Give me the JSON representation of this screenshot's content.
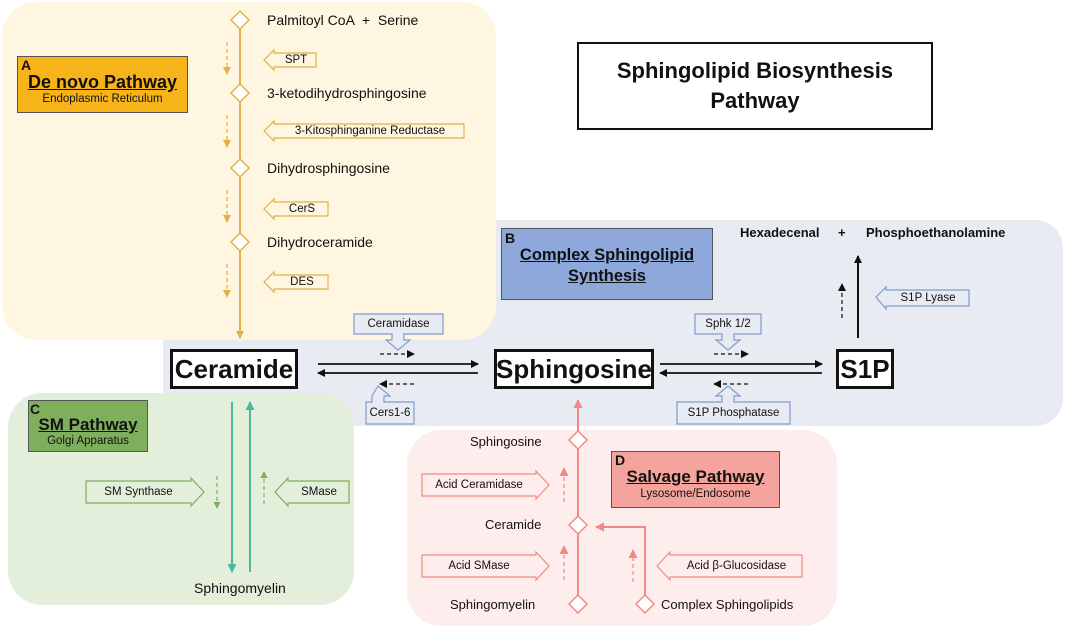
{
  "title": {
    "line1": "Sphingolipid Biosynthesis",
    "line2": "Pathway"
  },
  "panels": {
    "denovo": {
      "letter": "A",
      "title": "De novo Pathway",
      "subtitle": "Endoplasmic Reticulum",
      "metabolites": [
        "Palmitoyl CoA  +  Serine",
        "3-ketodihydrosphingosine",
        "Dihydrosphingosine",
        "Dihydroceramide"
      ],
      "enzymes": [
        "SPT",
        "3-Kitosphinganine Reductase",
        "CerS",
        "DES"
      ]
    },
    "complex": {
      "letter": "B",
      "title_line1": "Complex Sphingolipid",
      "title_line2": "Synthesis",
      "products": [
        "Hexadecenal",
        "+",
        "Phosphoethanolamine"
      ],
      "enzymes": {
        "ceramidase": "Ceramidase",
        "cers": "Cers1-6",
        "sphk": "Sphk 1/2",
        "s1p_phosphatase": "S1P Phosphatase",
        "s1p_lyase": "S1P Lyase"
      }
    },
    "sm": {
      "letter": "C",
      "title": "SM Pathway",
      "subtitle": "Golgi Apparatus",
      "enzymes": [
        "SM Synthase",
        "SMase"
      ],
      "product": "Sphingomyelin"
    },
    "salvage": {
      "letter": "D",
      "title": "Salvage Pathway",
      "subtitle": "Lysosome/Endosome",
      "metabolites": [
        "Sphingosine",
        "Ceramide",
        "Sphingomyelin",
        "Complex Sphingolipids"
      ],
      "enzymes": [
        "Acid Ceramidase",
        "Acid SMase",
        "Acid β-Glucosidase"
      ]
    }
  },
  "main_nodes": [
    "Ceramide",
    "Sphingosine",
    "S1P"
  ],
  "colors": {
    "denovo_bg": "#FEF6E0",
    "denovo_line": "#E3B14A",
    "denovo_title": "#F6B41A",
    "complex_bg": "#E8EBF2",
    "complex_title": "#8EA8DB",
    "complex_enzyme": "#7F9BCF",
    "sm_bg": "#E3EFDB",
    "sm_line": "#4BB8A0",
    "sm_enzyme": "#7FAE5C",
    "salvage_bg": "#FDEDED",
    "salvage_line": "#F08A82",
    "salvage_title": "#F4A49C"
  }
}
